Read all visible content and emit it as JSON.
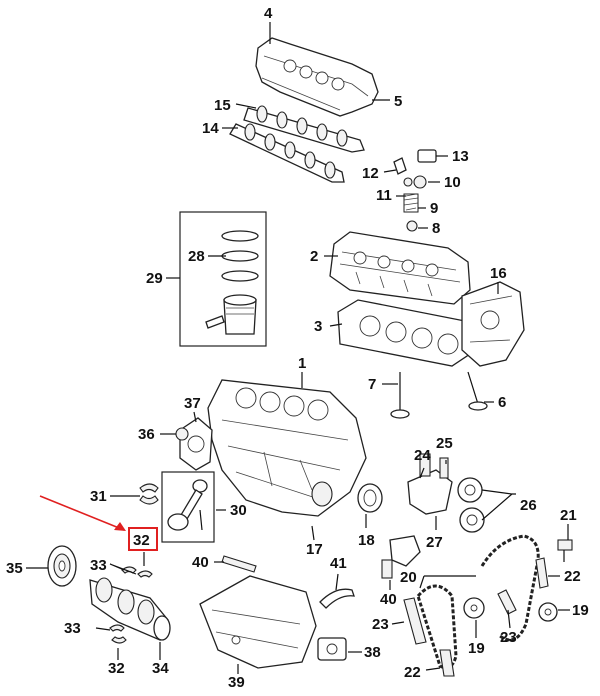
{
  "labels": {
    "l1": "1",
    "l2": "2",
    "l3": "3",
    "l4": "4",
    "l5": "5",
    "l6": "6",
    "l7": "7",
    "l8": "8",
    "l9": "9",
    "l10": "10",
    "l11": "11",
    "l12": "12",
    "l13": "13",
    "l14": "14",
    "l15": "15",
    "l16": "16",
    "l17": "17",
    "l18": "18",
    "l19": "19",
    "l20": "20",
    "l21": "21",
    "l22a": "22",
    "l22b": "22",
    "l23a": "23",
    "l23b": "23",
    "l24": "24",
    "l25": "25",
    "l26": "26",
    "l27": "27",
    "l28": "28",
    "l29": "29",
    "l30": "30",
    "l31": "31",
    "l32a": "32",
    "l32b": "32",
    "l33a": "33",
    "l33b": "33",
    "l34": "34",
    "l35": "35",
    "l36": "36",
    "l37": "37",
    "l38": "38",
    "l39": "39",
    "l40a": "40",
    "l40b": "40",
    "l41": "41"
  },
  "highlight": {
    "label_color": "#e02020"
  }
}
